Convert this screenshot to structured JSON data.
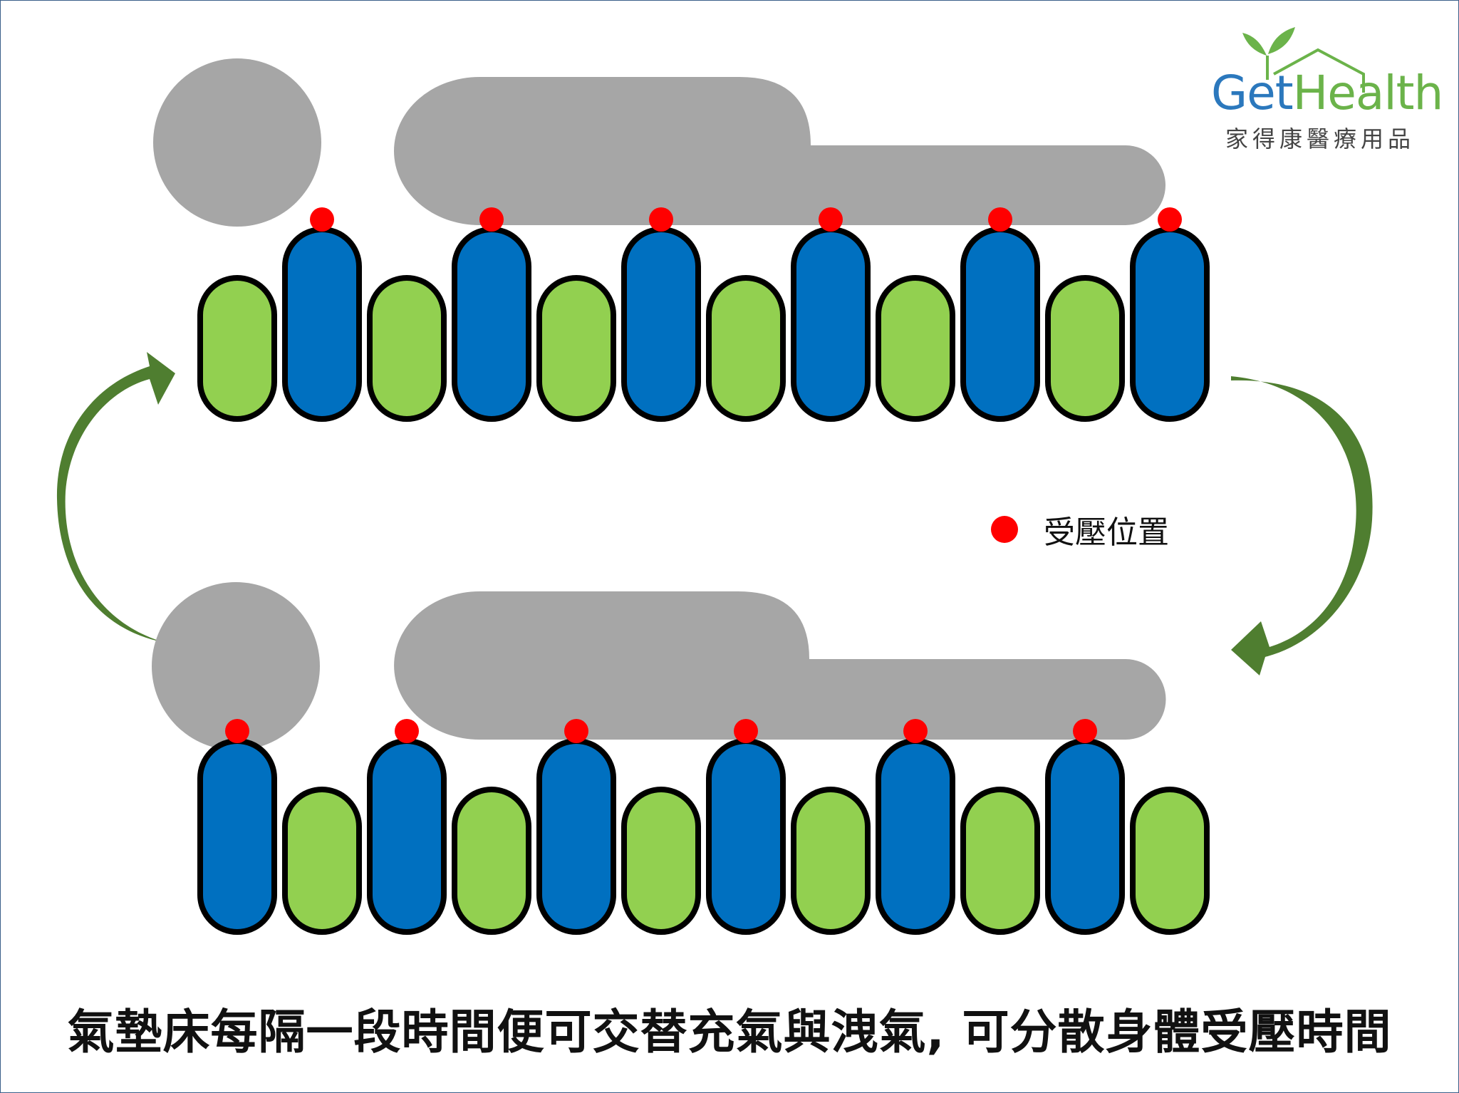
{
  "caption": "氣墊床每隔一段時間便可交替充氣與洩氣, 可分散身體受壓時間",
  "legend": {
    "label": "受壓位置",
    "marker_color": "#ff0000"
  },
  "logo": {
    "brand_part1": "Get",
    "brand_part2": "Health",
    "subtitle": "家得康醫療用品",
    "icon": "house-sprout-icon"
  },
  "colors": {
    "inflated_cell": "#0070c0",
    "deflated_cell": "#92d050",
    "cell_outline": "#000000",
    "body": "#a6a6a6",
    "pressure_point": "#ff0000",
    "cycle_arrow": "#4f7e30"
  },
  "mattress_states": [
    {
      "name": "state-top",
      "cells": [
        "deflated",
        "inflated",
        "deflated",
        "inflated",
        "deflated",
        "inflated",
        "deflated",
        "inflated",
        "deflated",
        "inflated",
        "deflated",
        "inflated"
      ]
    },
    {
      "name": "state-bottom",
      "cells": [
        "inflated",
        "deflated",
        "inflated",
        "deflated",
        "inflated",
        "deflated",
        "inflated",
        "deflated",
        "inflated",
        "deflated",
        "inflated",
        "deflated"
      ]
    }
  ],
  "cycle_arrows": [
    "right-down-arrow-icon",
    "left-up-arrow-icon"
  ]
}
